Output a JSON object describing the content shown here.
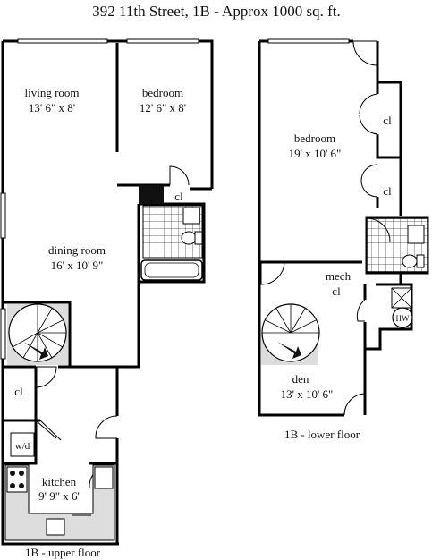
{
  "title": "392 11th Street, 1B - Approx 1000 sq. ft.",
  "upper_floor": {
    "caption": "1B - upper floor",
    "rooms": {
      "living_room": {
        "name": "living room",
        "dims": "13' 6\" x 8'"
      },
      "bedroom": {
        "name": "bedroom",
        "dims": "12' 6\" x 8'"
      },
      "dining_room": {
        "name": "dining room",
        "dims": "16' x 10' 9\""
      },
      "kitchen": {
        "name": "kitchen",
        "dims": "9' 9\" x 6'"
      }
    },
    "labels": {
      "closet_bath": "cl",
      "closet_hall": "cl",
      "washer_dryer": "w/d"
    }
  },
  "lower_floor": {
    "caption": "1B - lower floor",
    "rooms": {
      "bedroom": {
        "name": "bedroom",
        "dims": "19' x 10' 6\""
      },
      "den": {
        "name": "den",
        "dims": "13' x 10' 6\""
      }
    },
    "labels": {
      "closet_1": "cl",
      "closet_2": "cl",
      "mech": "mech",
      "mech_cl": "cl",
      "water_heater": "HW"
    }
  }
}
